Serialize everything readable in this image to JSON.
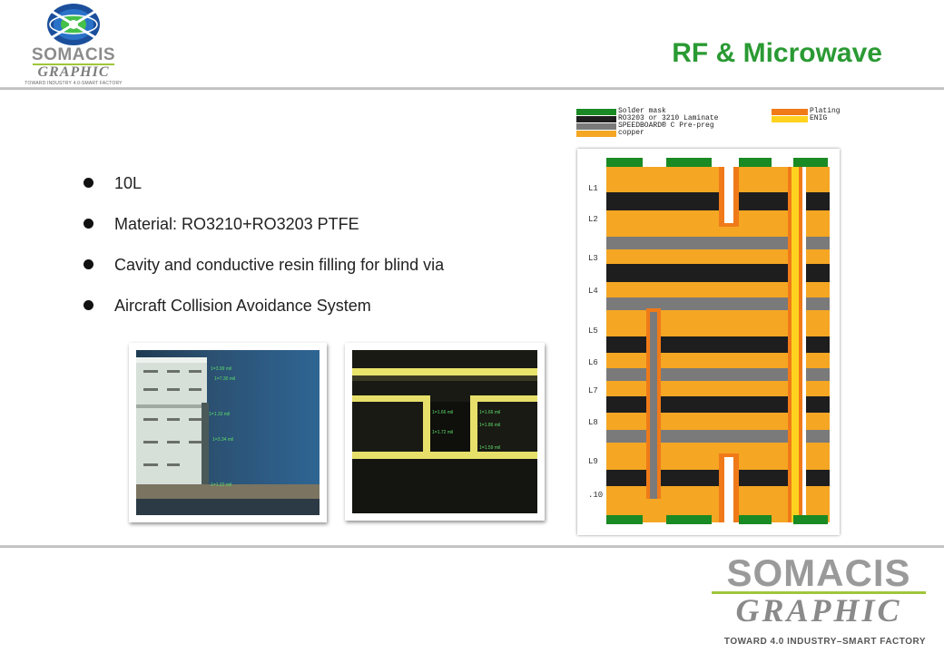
{
  "header": {
    "logo_line1": "SOMACIS",
    "logo_line2": "GRAPHIC",
    "logo_tagline": "TOWARD INDUSTRY 4.0-SMART FACTORY",
    "title": "RF & Microwave"
  },
  "bullets": [
    "10L",
    "Material: RO3210+RO3203 PTFE",
    "Cavity and conductive resin filling for blind via",
    "Aircraft Collision Avoidance System"
  ],
  "photos": {
    "left_measurements": [
      "1=3.99 mil",
      "1=7.30 mil",
      "1=1.33 mil",
      "1=3.34 mil",
      "1=1.22 mil"
    ],
    "right_measurements": [
      "1=1.66 mil",
      "1=1.72 mil",
      "1=1.66 mil",
      "1=1.86 mil",
      "1=1.59 mil"
    ]
  },
  "stackup": {
    "legend": [
      {
        "label": "Solder mask",
        "color": "#1a8a24"
      },
      {
        "label": "RO3203 or 3210 Laminate",
        "color": "#1e1e1e"
      },
      {
        "label": "SPEEDBOARD® C Pre-preg",
        "color": "#7a7a7a"
      },
      {
        "label": "copper",
        "color": "#f5a623"
      }
    ],
    "legend_right": [
      {
        "label": "Plating",
        "color": "#f07a18"
      },
      {
        "label": "ENIG",
        "color": "#ffd21f"
      }
    ],
    "layers": [
      "L1",
      "L2",
      "L3",
      "L4",
      "L5",
      "L6",
      "L7",
      "L8",
      "L9",
      ".10"
    ]
  },
  "footer": {
    "logo_line1": "SOMACIS",
    "logo_line2": "GRAPHIC",
    "tagline": "TOWARD 4.0 INDUSTRY–SMART FACTORY"
  },
  "colors": {
    "title_green": "#2a9a33",
    "logo_accent": "#9fc63b",
    "copper": "#f5a623",
    "plating": "#f07a18",
    "laminate": "#1e1e1e",
    "prepreg": "#7a7a7a",
    "solder_mask": "#1a8a24"
  }
}
